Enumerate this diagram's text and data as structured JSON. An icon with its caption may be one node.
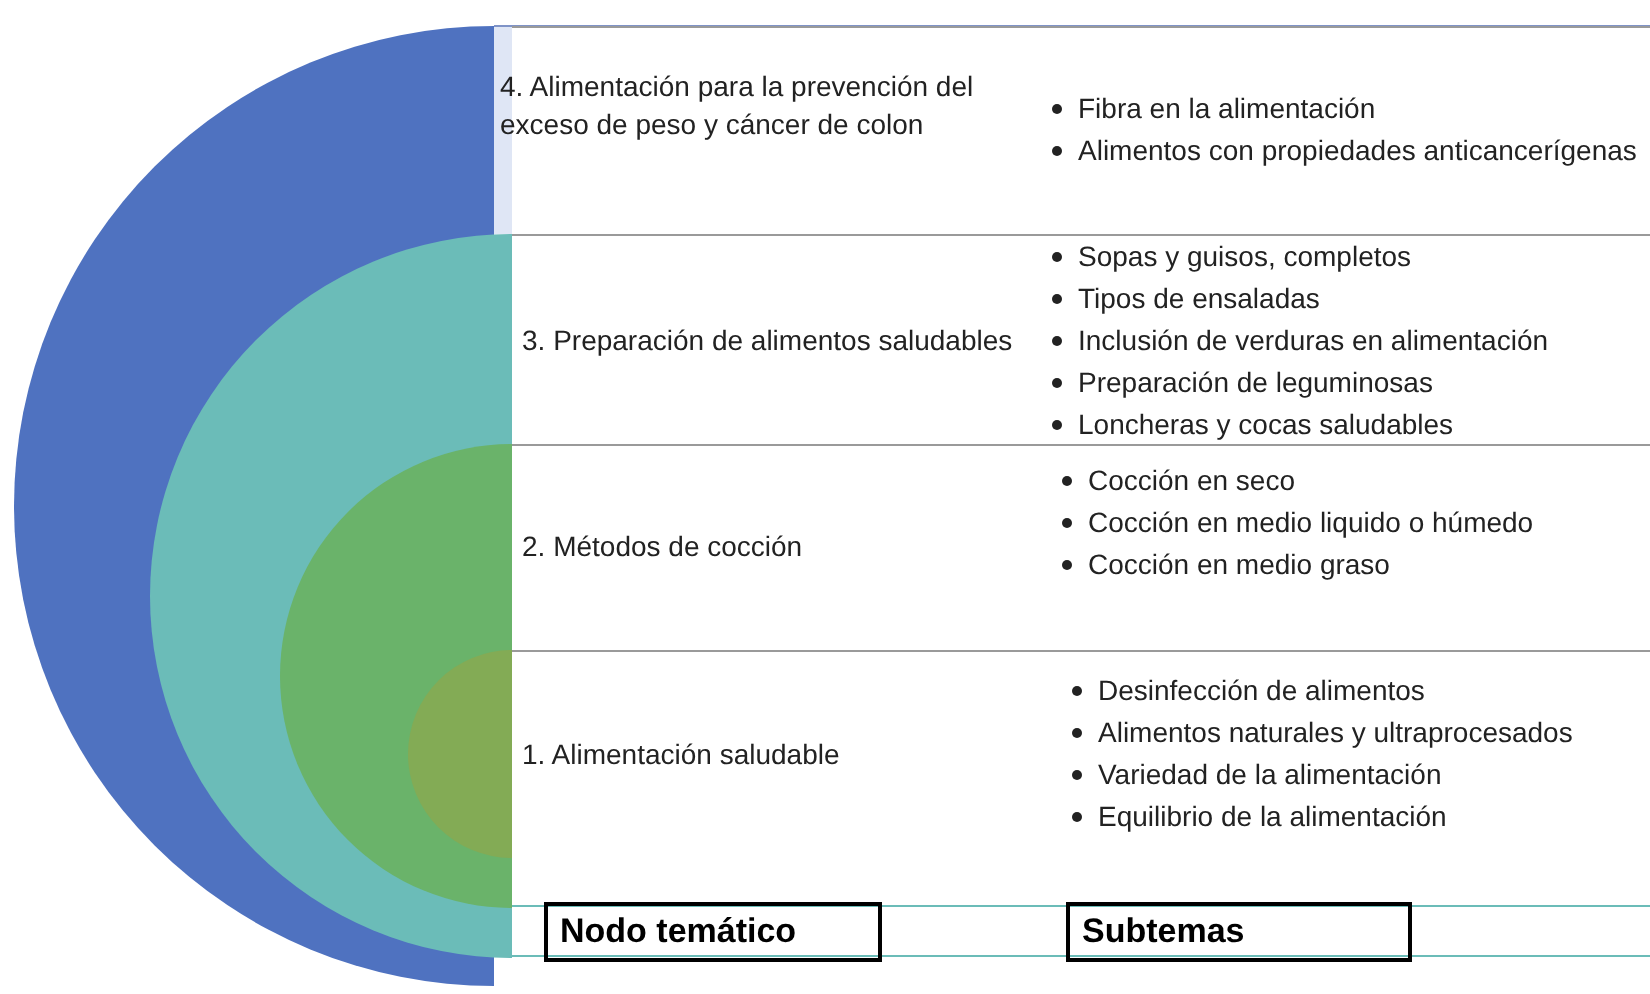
{
  "diagram": {
    "nodes": [
      {
        "text": [
          "4. Alimentación para la prevención del exceso de peso y cáncer de colon",
          "Fibra en la alimentación",
          "Alimentos con propiedades anticancerígenas"
        ]
      },
      {
        "text": [
          "3. Preparación de alimentos saludables",
          "Sopas y guisos, completos",
          "Tipos de ensaladas",
          "Inclusión de verduras en alimentación",
          "Preparación de leguminosas",
          "Loncheras y cocas saludables"
        ]
      },
      {
        "text": [
          "2. Métodos de cocción",
          "Cocción en seco",
          "Cocción en medio liquido o húmedo",
          "Cocción en medio graso"
        ]
      },
      {
        "text": [
          "1. Alimentación saludable",
          "Desinfección de alimentos",
          "Alimentos naturales y ultraprocesados",
          "Variedad de la alimentación",
          "Equilibrio de la alimentación"
        ]
      },
      {
        "text": [
          "Nodo temático"
        ]
      },
      {
        "text": [
          "Subtemas"
        ]
      }
    ],
    "edges": []
  }
}
